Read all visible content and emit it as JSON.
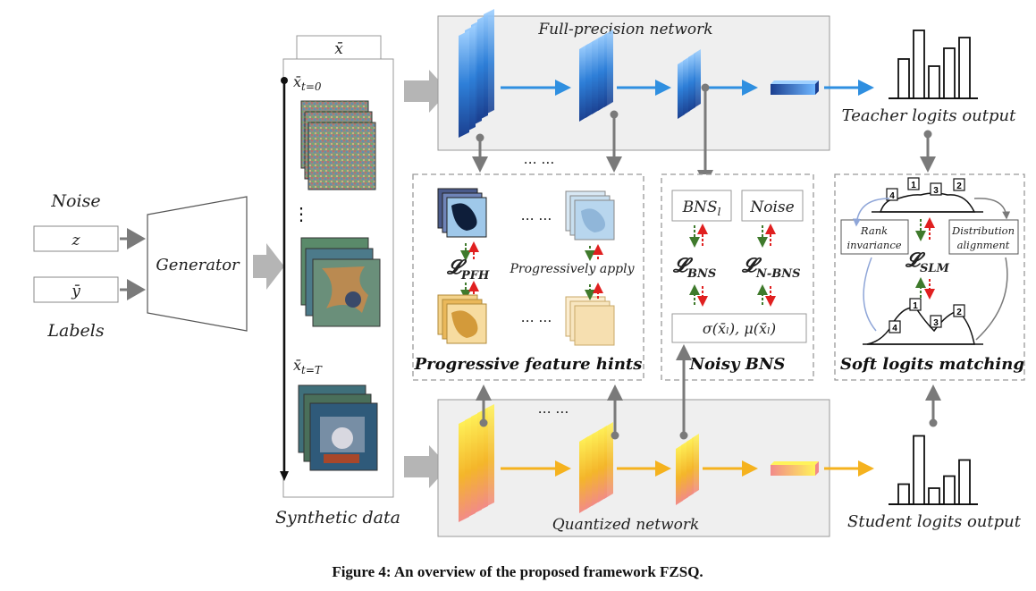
{
  "inputs": {
    "noise_title": "Noise",
    "noise_var": "z",
    "labels_title": "Labels",
    "labels_var": "ȳ",
    "generator": "Generator"
  },
  "synthetic": {
    "header": "x̄",
    "t0_main": "x̄",
    "t0_sub": "t=0",
    "tT_main": "x̄",
    "tT_sub": "t=T",
    "ellipsis": "⋮",
    "caption": "Synthetic data"
  },
  "teacher": {
    "title": "Full-precision network",
    "dots": "… …",
    "output_label": "Teacher logits output",
    "logits": [
      0.55,
      0.95,
      0.45,
      0.7,
      0.85
    ]
  },
  "student": {
    "title": "Quantized  network",
    "dots": "… …",
    "output_label": "Student logits output",
    "logits": [
      0.25,
      0.85,
      0.2,
      0.35,
      0.55
    ]
  },
  "pfh": {
    "title": "Progressive feature hints",
    "dots_top": "… …",
    "dots_bottom": "… …",
    "loss_main": "𝓛",
    "loss_sub": "PFH",
    "apply_label": "Progressively apply"
  },
  "bns": {
    "title": "Noisy BNS",
    "bns_main": "BNS",
    "bns_sub": "l",
    "noise": "Noise",
    "loss1_main": "𝓛",
    "loss1_sub": "BNS",
    "loss2_main": "𝓛",
    "loss2_sub": "N-BNS",
    "stats": "σ(x̄ₗ), μ(x̄ₗ)"
  },
  "slm": {
    "title": "Soft logits matching",
    "rank": [
      "Rank",
      "invariance"
    ],
    "dist": [
      "Distribution",
      "alignment"
    ],
    "loss_main": "𝓛",
    "loss_sub": "SLM",
    "badges_top": [
      "4",
      "1",
      "3",
      "2"
    ],
    "badges_bottom": [
      "4",
      "1",
      "3",
      "2"
    ]
  },
  "caption": "Figure 4: An overview of the proposed framework FZSQ.",
  "colors": {
    "teacher_blue": "#2f8fe0",
    "student_orange": "#f5b21e",
    "gray_arrow": "#7a7a7a",
    "green_arrow": "#3f7a2c",
    "red_arrow": "#e02020"
  }
}
